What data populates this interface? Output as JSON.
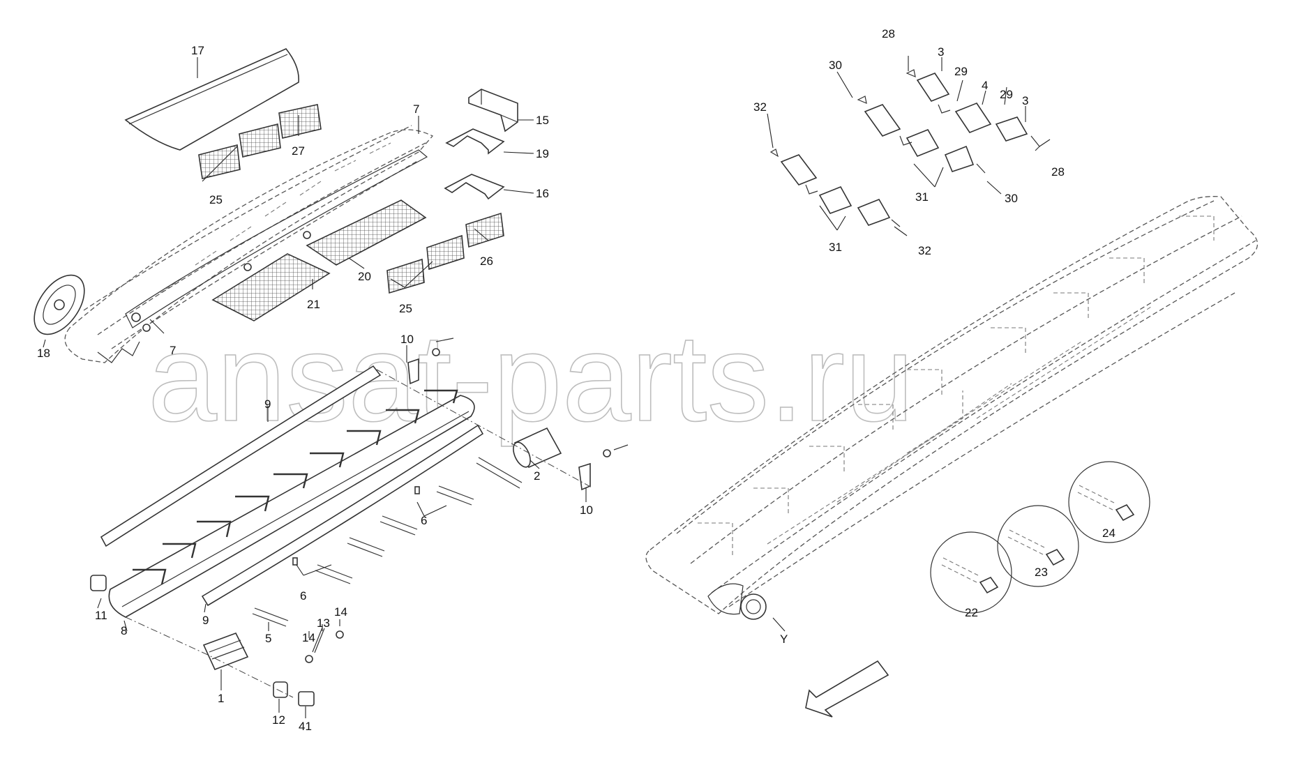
{
  "watermark": "ansat-parts.ru",
  "callouts": {
    "c1": "1",
    "c2": "2",
    "c3a": "3",
    "c3b": "3",
    "c4": "4",
    "c5": "5",
    "c6a": "6",
    "c6b": "6",
    "c7a": "7",
    "c7b": "7",
    "c8": "8",
    "c9a": "9",
    "c9b": "9",
    "c10a": "10",
    "c10b": "10",
    "c11": "11",
    "c12": "12",
    "c13": "13",
    "c14a": "14",
    "c14b": "14",
    "c15": "15",
    "c16": "16",
    "c17": "17",
    "c18": "18",
    "c19": "19",
    "c20": "20",
    "c21": "21",
    "c22": "22",
    "c23": "23",
    "c24": "24",
    "c25a": "25",
    "c25b": "25",
    "c26": "26",
    "c27": "27",
    "c28a": "28",
    "c28b": "28",
    "c29a": "29",
    "c29b": "29",
    "c30a": "30",
    "c30b": "30",
    "c31a": "31",
    "c31b": "31",
    "c32a": "32",
    "c32b": "32",
    "c41": "41",
    "cY": "Y"
  }
}
